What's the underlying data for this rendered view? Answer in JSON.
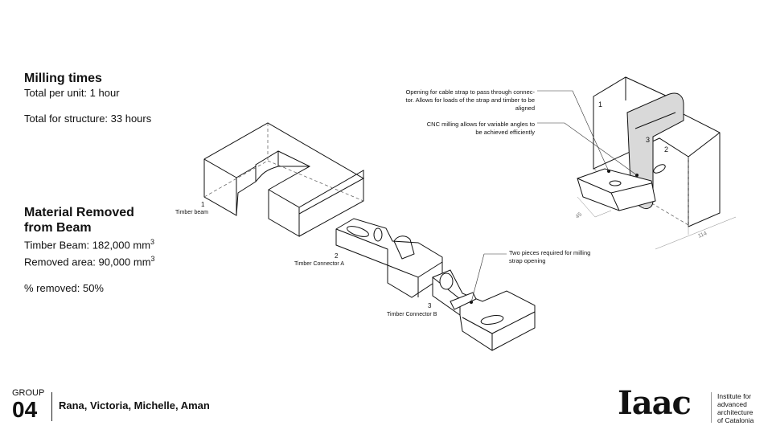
{
  "milling": {
    "heading": "Milling times",
    "per_unit": "Total per unit: 1 hour",
    "structure": "Total for structure: 33 hours"
  },
  "material": {
    "heading_line1": "Material Removed",
    "heading_line2": "from Beam",
    "timber_beam_label": "Timber Beam: 182,000 mm",
    "removed_area_label": "Removed area:  90,000 mm",
    "superscript": "3",
    "percent_removed": "% removed: 50%"
  },
  "drawing": {
    "label_1_num": "1",
    "label_1_text": "Timber beam",
    "label_2_num": "2",
    "label_2_text": "Timber Connector A",
    "label_3_num": "3",
    "label_3_text": "Timber Connector B",
    "note_two_pieces_1": "Two pieces required for milling",
    "note_two_pieces_2": "strap opening",
    "note_opening_1": "Opening for cable strap to pass through connec-",
    "note_opening_2": "tor. Allows for loads of the strap and timber to be",
    "note_opening_3": "aligned",
    "note_cnc_1": "CNC milling allows for variable angles to",
    "note_cnc_2": "be achieved efficiently",
    "detail_num_1": "1",
    "detail_num_2": "2",
    "detail_num_3": "3",
    "dim_45": "45",
    "dim_114": "114"
  },
  "footer": {
    "group_label": "GROUP",
    "group_number": "04",
    "members": "Rana, Victoria, Michelle, Aman"
  },
  "logo": {
    "wordmark": "Iaac",
    "line1": "Institute for",
    "line2": "advanced",
    "line3": "architecture",
    "line4": "of Catalonia"
  }
}
